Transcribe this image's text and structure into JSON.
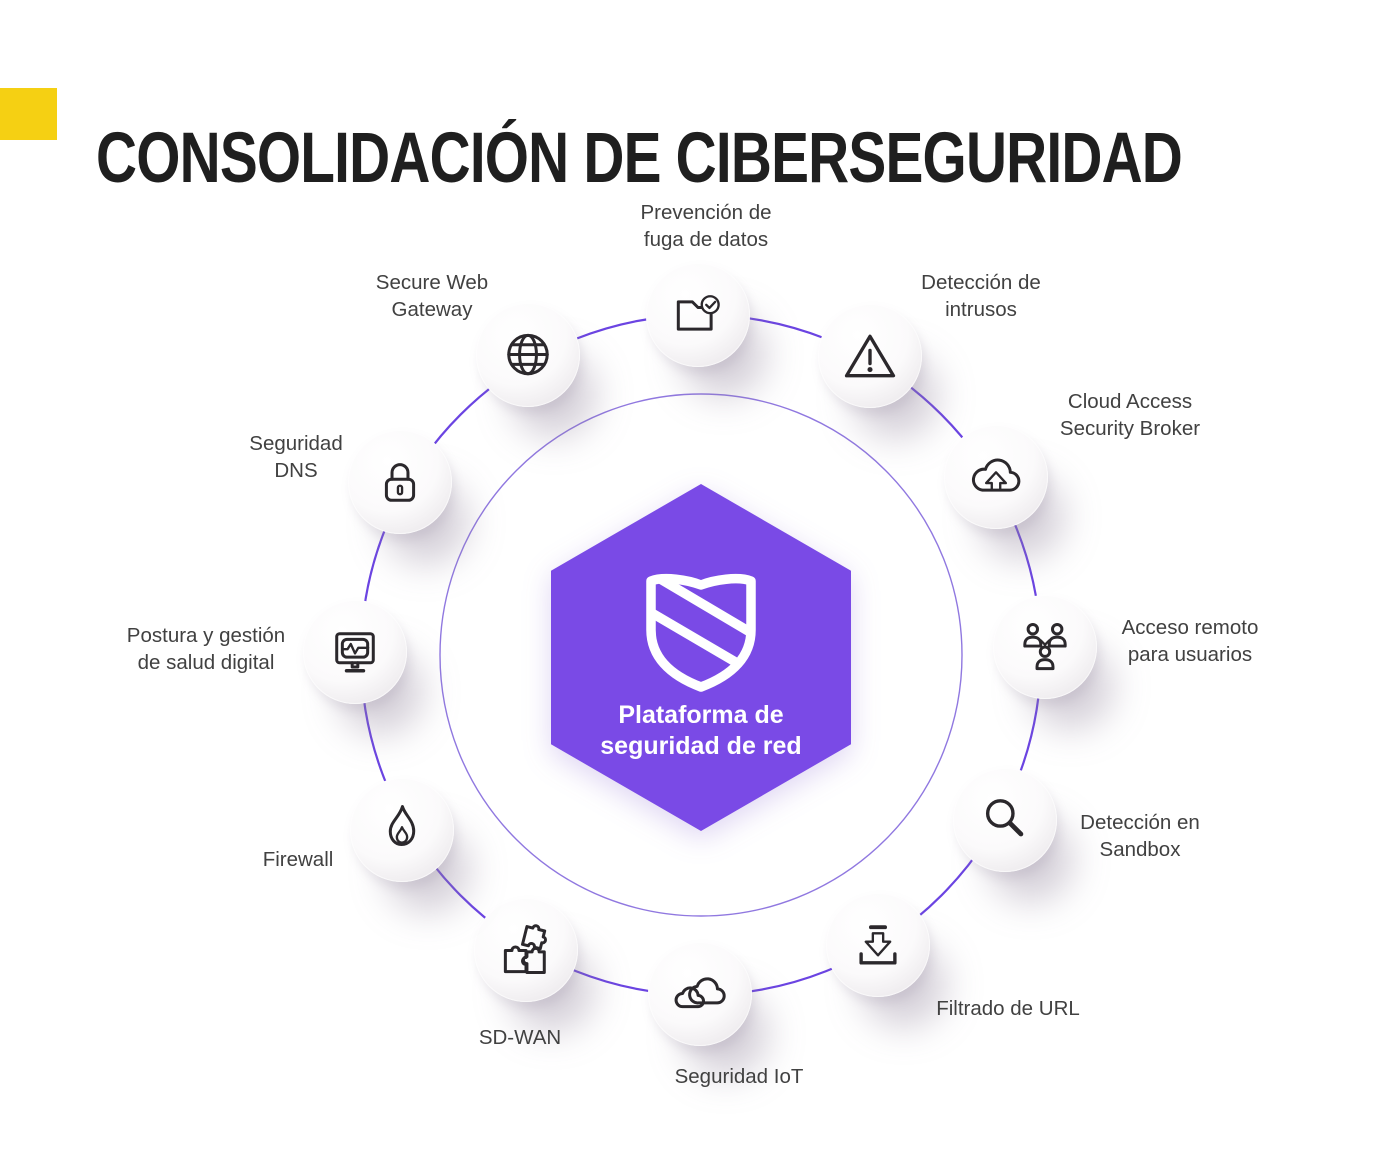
{
  "colors": {
    "purple": "#7A4AE6",
    "yellow": "#F5D013",
    "ring-outer": "#6B44E2",
    "ring-inner": "#9078E0",
    "icon-stroke": "#2B282C",
    "label": "#414141",
    "title": "#1F1F1F"
  },
  "header": {
    "title": "CONSOLIDACIÓN DE CIBERSEGURIDAD"
  },
  "center": {
    "icon": "shield-icon",
    "lines": [
      "Plataforma de",
      "seguridad de red"
    ]
  },
  "nodes": [
    {
      "label": "Prevención de fuga de datos",
      "lines": [
        "Prevención de",
        "fuga de datos"
      ],
      "icon": "folder-check-icon"
    },
    {
      "label": "Detección de intrusos",
      "lines": [
        "Detección de",
        "intrusos"
      ],
      "icon": "warning-triangle-icon"
    },
    {
      "label": "Cloud Access Security Broker",
      "lines": [
        "Cloud Access",
        "Security Broker"
      ],
      "icon": "cloud-upload-icon"
    },
    {
      "label": "Acceso remoto para usuarios",
      "lines": [
        "Acceso remoto",
        "para usuarios"
      ],
      "icon": "users-network-icon"
    },
    {
      "label": "Detección en Sandbox",
      "lines": [
        "Detección en",
        "Sandbox"
      ],
      "icon": "magnifier-icon"
    },
    {
      "label": "Filtrado de URL",
      "lines": [
        "Filtrado de URL"
      ],
      "icon": "download-tray-icon"
    },
    {
      "label": "Seguridad IoT",
      "lines": [
        "Seguridad IoT"
      ],
      "icon": "clouds-icon"
    },
    {
      "label": "SD-WAN",
      "lines": [
        "SD-WAN"
      ],
      "icon": "puzzle-icon"
    },
    {
      "label": "Firewall",
      "lines": [
        "Firewall"
      ],
      "icon": "flame-icon"
    },
    {
      "label": "Postura y gestión de salud digital",
      "lines": [
        "Postura y gestión",
        "de salud digital"
      ],
      "icon": "monitor-pulse-icon"
    },
    {
      "label": "Seguridad DNS",
      "lines": [
        "Seguridad",
        "DNS"
      ],
      "icon": "padlock-icon"
    },
    {
      "label": "Secure Web Gateway",
      "lines": [
        "Secure Web",
        "Gateway"
      ],
      "icon": "globe-icon"
    }
  ]
}
